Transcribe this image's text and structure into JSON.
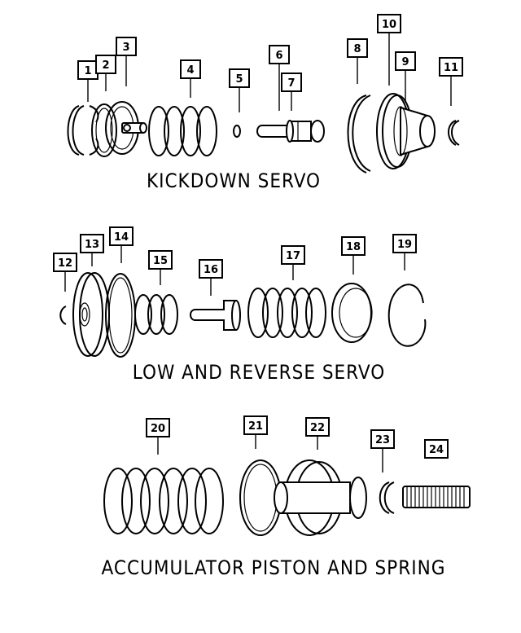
{
  "sections": [
    {
      "caption": "KICKDOWN SERVO"
    },
    {
      "caption": "LOW AND REVERSE SERVO"
    },
    {
      "caption": "ACCUMULATOR PISTON AND SPRING"
    }
  ],
  "callouts": [
    {
      "label": "1"
    },
    {
      "label": "2"
    },
    {
      "label": "3"
    },
    {
      "label": "4"
    },
    {
      "label": "5"
    },
    {
      "label": "6"
    },
    {
      "label": "7"
    },
    {
      "label": "8"
    },
    {
      "label": "10"
    },
    {
      "label": "9"
    },
    {
      "label": "11"
    },
    {
      "label": "12"
    },
    {
      "label": "13"
    },
    {
      "label": "14"
    },
    {
      "label": "15"
    },
    {
      "label": "16"
    },
    {
      "label": "17"
    },
    {
      "label": "18"
    },
    {
      "label": "19"
    },
    {
      "label": "20"
    },
    {
      "label": "21"
    },
    {
      "label": "22"
    },
    {
      "label": "23"
    },
    {
      "label": "24"
    }
  ]
}
